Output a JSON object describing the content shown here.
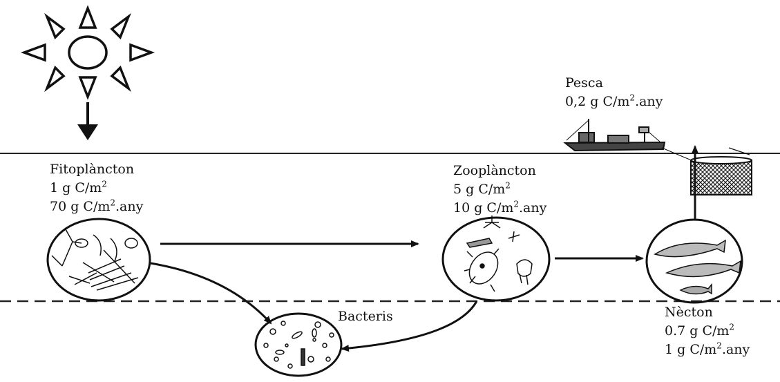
{
  "sun": {
    "icon": "sun-icon"
  },
  "surface": {
    "icon": "water-surface-line"
  },
  "nodes": {
    "phytoplankton": {
      "name": "Fitoplàncton",
      "biomass_pre": "1 g C/m",
      "biomass_sup": "2",
      "production_pre": "70 g C/m",
      "production_sup": "2",
      "production_post": ".any"
    },
    "zooplankton": {
      "name": "Zooplàncton",
      "biomass_pre": "5 g C/m",
      "biomass_sup": "2",
      "production_pre": "10 g C/m",
      "production_sup": "2",
      "production_post": ".any"
    },
    "nekton": {
      "name": "Nècton",
      "biomass_pre": "0.7 g C/m",
      "biomass_sup": "2",
      "production_pre": "1 g C/m",
      "production_sup": "2",
      "production_post": ".any"
    },
    "bacteria": {
      "name": "Bacteris"
    },
    "fishing": {
      "name": "Pesca",
      "catch_pre": "0,2 g C/m",
      "catch_sup": "2",
      "catch_post": ".any"
    }
  },
  "colors": {
    "ink": "#111111",
    "background": "#ffffff"
  }
}
